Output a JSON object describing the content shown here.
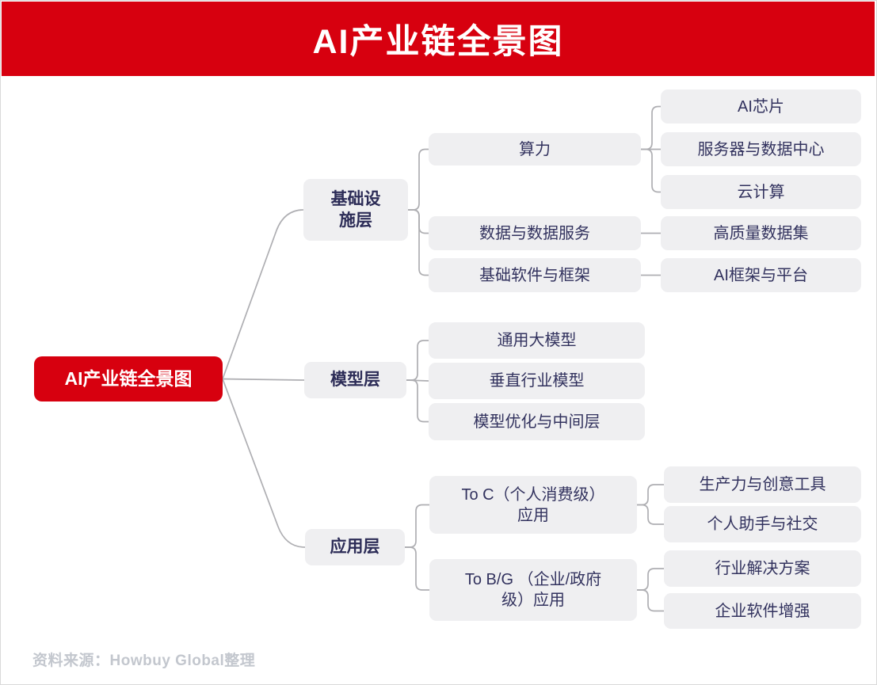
{
  "header": {
    "title": "AI产业链全景图"
  },
  "diagram": {
    "root": {
      "label": "AI产业链全景图"
    },
    "branches": [
      {
        "label": "基础设\n施层",
        "children": [
          {
            "label": "算力",
            "children": [
              {
                "label": "AI芯片"
              },
              {
                "label": "服务器与数据中心"
              },
              {
                "label": "云计算"
              }
            ]
          },
          {
            "label": "数据与数据服务",
            "children": [
              {
                "label": "高质量数据集"
              }
            ]
          },
          {
            "label": "基础软件与框架",
            "children": [
              {
                "label": "AI框架与平台"
              }
            ]
          }
        ]
      },
      {
        "label": "模型层",
        "children": [
          {
            "label": "通用大模型",
            "children": []
          },
          {
            "label": "垂直行业模型",
            "children": []
          },
          {
            "label": "模型优化与中间层",
            "children": []
          }
        ]
      },
      {
        "label": "应用层",
        "children": [
          {
            "label": "To C（个人消费级）\n应用",
            "children": [
              {
                "label": "生产力与创意工具"
              },
              {
                "label": "个人助手与社交"
              }
            ]
          },
          {
            "label": "To B/G （企业/政府\n级）应用",
            "children": [
              {
                "label": "行业解决方案"
              },
              {
                "label": "企业软件增强"
              }
            ]
          }
        ]
      }
    ]
  },
  "footer": {
    "source": "资料来源：Howbuy Global整理"
  },
  "colors": {
    "banner_red": "#d7000f",
    "node_text": "#32325e",
    "node_bg": "#efeff1",
    "connector": "#aeaeb2",
    "source_text": "#c3c7ce"
  }
}
